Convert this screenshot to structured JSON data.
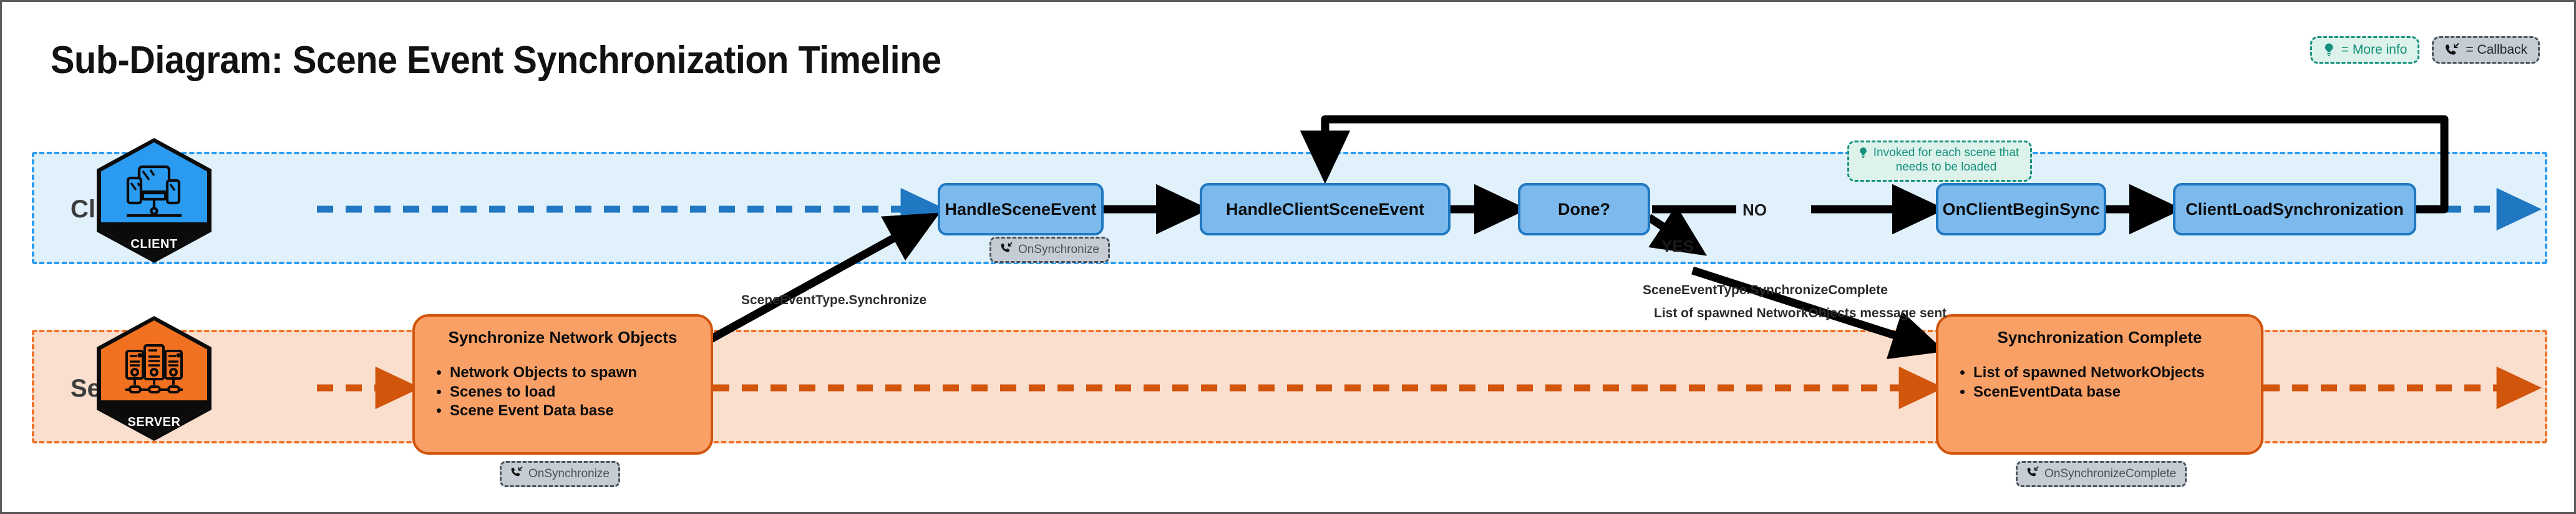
{
  "title": "Sub-Diagram: Scene Event Synchronization Timeline",
  "legend": {
    "info": {
      "icon": "lightbulb-icon",
      "label": "= More info",
      "color": "#16907c"
    },
    "callback": {
      "icon": "phone-callback-icon",
      "label": "= Callback",
      "color": "#20242b"
    }
  },
  "lanes": {
    "client": {
      "label": "Client 1",
      "icon_caption": "CLIENT",
      "icon": "devices-icon",
      "accent": "#2a9bf0",
      "background": "#e1f1fb"
    },
    "server": {
      "label": "Server",
      "icon_caption": "SERVER",
      "icon": "server-racks-icon",
      "accent": "#f0732a",
      "background": "#fbdfce"
    }
  },
  "client_nodes": [
    {
      "label": "HandleSceneEvent"
    },
    {
      "label": "HandleClientSceneEvent"
    },
    {
      "label": "Done?"
    },
    {
      "label": "OnClientBeginSync"
    },
    {
      "label": "ClientLoadSynchronization"
    }
  ],
  "server_nodes": [
    {
      "title": "Synchronize Network Objects",
      "bullets": [
        "Network Objects to spawn",
        "Scenes to load",
        "Scene Event Data base"
      ]
    },
    {
      "title": "Synchronization Complete",
      "bullets": [
        "List of spawned NetworkObjects",
        "ScenEventData base"
      ]
    }
  ],
  "callbacks": [
    {
      "label": "OnSynchronize",
      "icon": "phone-callback-icon"
    },
    {
      "label": "OnSynchronize",
      "icon": "phone-callback-icon"
    },
    {
      "label": "OnSynchronizeComplete",
      "icon": "phone-callback-icon"
    }
  ],
  "tooltips": [
    {
      "icon": "lightbulb-icon",
      "line1": "Invoked for each scene that",
      "line2": "needs to be loaded"
    }
  ],
  "edge_labels": {
    "synchronize": "SceneEventType.Synchronize",
    "yes": "YES",
    "no": "NO",
    "synchronize_complete": "SceneEventType.SynchronizeComplete",
    "spawned_list": "List of spawned NetworkObjects message sent"
  },
  "colors": {
    "client_node_fill": "#7cb9ec",
    "client_node_border": "#1f78c1",
    "server_node_fill": "#f9a066",
    "server_node_border": "#d2550c",
    "arrow": "#000000",
    "client_timeline": "#1f78c1",
    "server_timeline": "#d2550c"
  }
}
